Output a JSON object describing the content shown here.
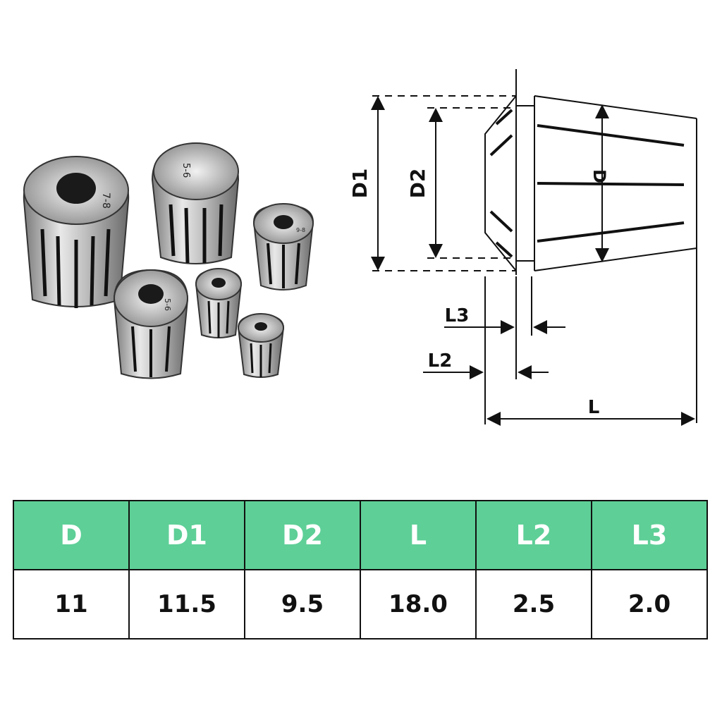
{
  "diagram": {
    "labels": {
      "d1": "D1",
      "d2": "D2",
      "d": "D",
      "l3": "L3",
      "l2": "L2",
      "l": "L"
    }
  },
  "photo": {
    "collet_markings": [
      "7-8",
      "5-6",
      "9-8",
      "5-6"
    ]
  },
  "table": {
    "headers": [
      "D",
      "D1",
      "D2",
      "L",
      "L2",
      "L3"
    ],
    "values": [
      "11",
      "11.5",
      "9.5",
      "18.0",
      "2.5",
      "2.0"
    ]
  },
  "colors": {
    "header_bg": "#5ecf97",
    "header_text": "#ffffff",
    "line": "#111111"
  }
}
